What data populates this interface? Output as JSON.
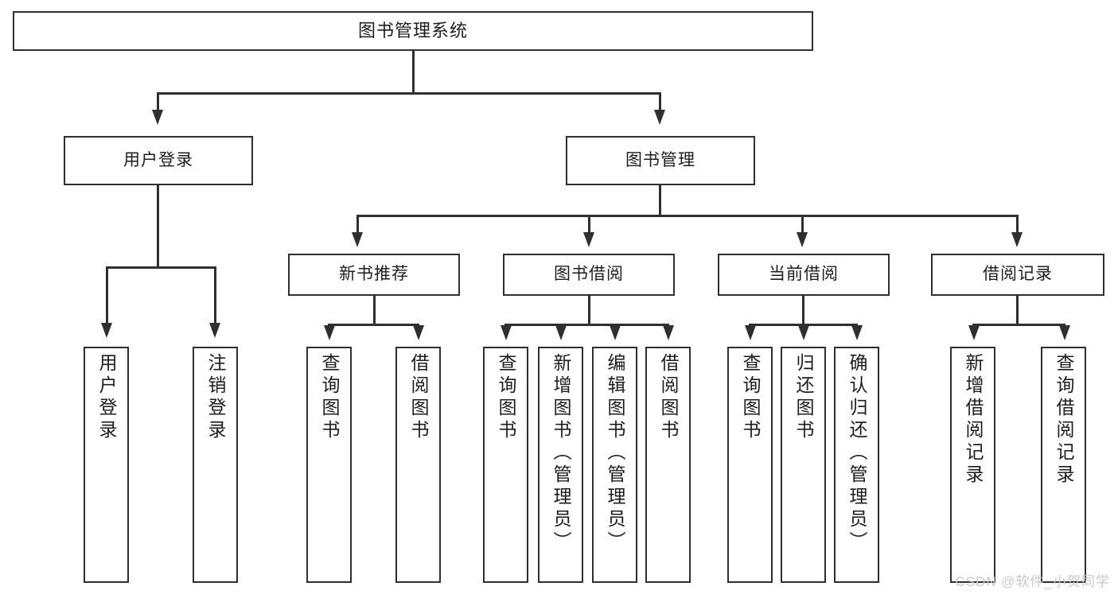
{
  "diagram": {
    "type": "tree-structure-chart",
    "title": "图书管理系统",
    "orientation": "top-down",
    "levels": 4,
    "colors": {
      "box_border": "#2f2f2f",
      "box_fill": "#ffffff",
      "connector": "#2f2f2f",
      "text": "#1d1d1d",
      "watermark": "#c9c9c9",
      "background": "#ffffff"
    }
  },
  "root": {
    "label": "图书管理系统"
  },
  "level2": [
    {
      "label": "用户登录"
    },
    {
      "label": "图书管理"
    }
  ],
  "level3": [
    {
      "label": "新书推荐"
    },
    {
      "label": "图书借阅"
    },
    {
      "label": "当前借阅"
    },
    {
      "label": "借阅记录"
    }
  ],
  "leaves": {
    "user_login": [
      {
        "label": "用户登录"
      },
      {
        "label": "注销登录"
      }
    ],
    "new_book_recommend": [
      {
        "label": "查询图书"
      },
      {
        "label": "借阅图书"
      }
    ],
    "book_borrow": [
      {
        "label": "查询图书"
      },
      {
        "label": "新增图书（管理员）"
      },
      {
        "label": "编辑图书（管理员）"
      },
      {
        "label": "借阅图书"
      }
    ],
    "current_borrow": [
      {
        "label": "查询图书"
      },
      {
        "label": "归还图书"
      },
      {
        "label": "确认归还（管理员）"
      }
    ],
    "borrow_record": [
      {
        "label": "新增借阅记录"
      },
      {
        "label": "查询借阅记录"
      }
    ]
  },
  "watermark": {
    "text": "CSDN @软件_小贺同学"
  }
}
